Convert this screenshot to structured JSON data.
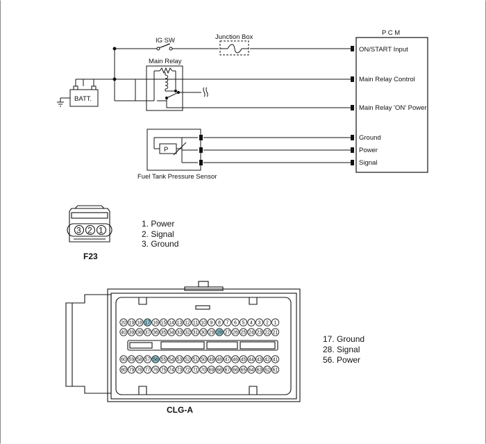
{
  "colors": {
    "wire": "#111111",
    "pin_highlight": "#8ecad6",
    "fill_light": "#f2f2f2"
  },
  "schematic": {
    "pcm_title": "P C M",
    "ig_sw": "IG SW",
    "junction_box": "Junction Box",
    "main_relay": "Main Relay",
    "battery": "BATT.",
    "sensor_name": "Fuel Tank Pressure Sensor",
    "sensor_symbol": "P",
    "pcm_pins": {
      "on_start": "ON/START Input",
      "relay_control": "Main Relay Control",
      "relay_power": "Main Relay 'ON' Power",
      "ground": "Ground",
      "power": "Power",
      "signal": "Signal"
    }
  },
  "connector_f23": {
    "name": "F23",
    "cavities": [
      "3",
      "2",
      "1"
    ],
    "pins": [
      "1. Power",
      "2. Signal",
      "3. Ground"
    ]
  },
  "connector_clga": {
    "name": "CLG-A",
    "pins": [
      "17. Ground",
      "28. Signal",
      "56. Power"
    ],
    "highlighted": [
      17,
      28,
      56
    ]
  }
}
